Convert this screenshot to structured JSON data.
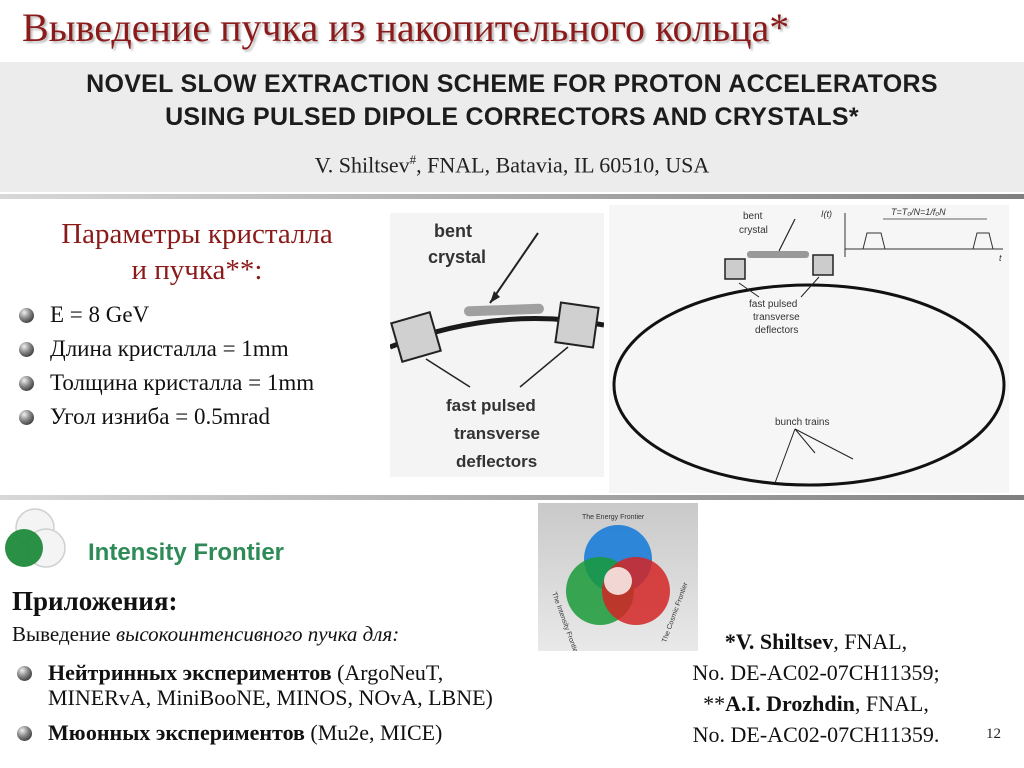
{
  "slide": {
    "title": "Выведение пучка из накопительного кольца*",
    "number": "12"
  },
  "paper": {
    "title_line1": "NOVEL SLOW EXTRACTION SCHEME FOR PROTON ACCELERATORS",
    "title_line2": "USING PULSED DIPOLE CORRECTORS AND CRYSTALS*",
    "author": "V. Shiltsev",
    "author_mark": "#",
    "affiliation": ", FNAL, Batavia, IL 60510, USA"
  },
  "params": {
    "heading_line1": "Параметры кристалла",
    "heading_line2": "и пучка**:",
    "items": [
      "E = 8 GeV",
      "Длина кристалла = 1mm",
      "Толщина кристалла = 1mm",
      "Угол изниба = 0.5mrad"
    ]
  },
  "figure_left": {
    "label_crystal_1": "bent",
    "label_crystal_2": "crystal",
    "label_deflectors_1": "fast pulsed",
    "label_deflectors_2": "transverse",
    "label_deflectors_3": "deflectors"
  },
  "figure_right": {
    "label_crystal_1": "bent",
    "label_crystal_2": "crystal",
    "label_deflectors_1": "fast pulsed",
    "label_deflectors_2": "transverse",
    "label_deflectors_3": "deflectors",
    "label_bunch": "bunch trains",
    "axis_y": "I(t)",
    "axis_x": "t",
    "period_formula": "T=T₀/N=1/f₀N"
  },
  "intensity_frontier": {
    "label": "Intensity Frontier"
  },
  "venn": {
    "top_label": "The Energy Frontier",
    "left_label": "The Intensity Frontier",
    "right_label": "The Cosmic Frontier",
    "colors": {
      "top": "#1e7fd8",
      "left": "#1a9a3a",
      "right": "#d42424"
    }
  },
  "applications": {
    "heading": "Приложения:",
    "intro_plain": "Выведение ",
    "intro_italic": "высокоинтенсивного пучка для:",
    "items": [
      {
        "bold": "Нейтринных экспериментов",
        "rest_line1": " (ArgoNeuT,",
        "rest_line2": "MINERvA, MiniBooNE, MINOS, NOvA, LBNE)"
      },
      {
        "bold": "Мюонных экспериментов",
        "rest_line1": " (Mu2e, MICE)",
        "rest_line2": ""
      }
    ]
  },
  "credits": {
    "line1_prefix": "*",
    "line1_name": "V. Shiltsev",
    "line1_org": ", FNAL,",
    "line2": "No. DE-AC02-07CH11359;",
    "line3_prefix": "**",
    "line3_name": "A.I. Drozhdin",
    "line3_org": ", FNAL,",
    "line4": "No. DE-AC02-07CH11359."
  }
}
